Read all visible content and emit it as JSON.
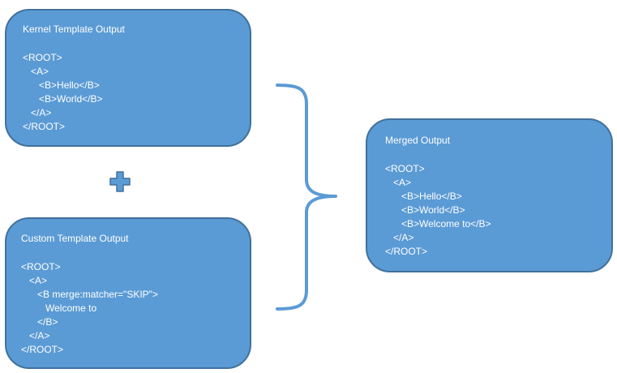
{
  "boxes": {
    "kernel": {
      "title": "Kernel Template Output",
      "code": "<ROOT>\n   <A>\n      <B>Hello</B>\n      <B>World</B>\n   </A>\n</ROOT>"
    },
    "custom": {
      "title": "Custom Template Output",
      "code": "<ROOT>\n   <A>\n      <B merge:matcher=\"SKIP\">\n         Welcome to\n      </B>\n   </A>\n</ROOT>"
    },
    "merged": {
      "title": "Merged Output",
      "code": "<ROOT>\n   <A>\n      <B>Hello</B>\n      <B>World</B>\n      <B>Welcome to</B>\n   </A>\n</ROOT>"
    }
  },
  "colors": {
    "box_fill": "#5b9bd5",
    "box_border": "#41719c",
    "text": "#ffffff",
    "plus_fill": "#5b9bd5",
    "brace": "#5b9bd5"
  },
  "icons": {
    "plus": "plus-icon",
    "brace": "right-curly-brace"
  }
}
